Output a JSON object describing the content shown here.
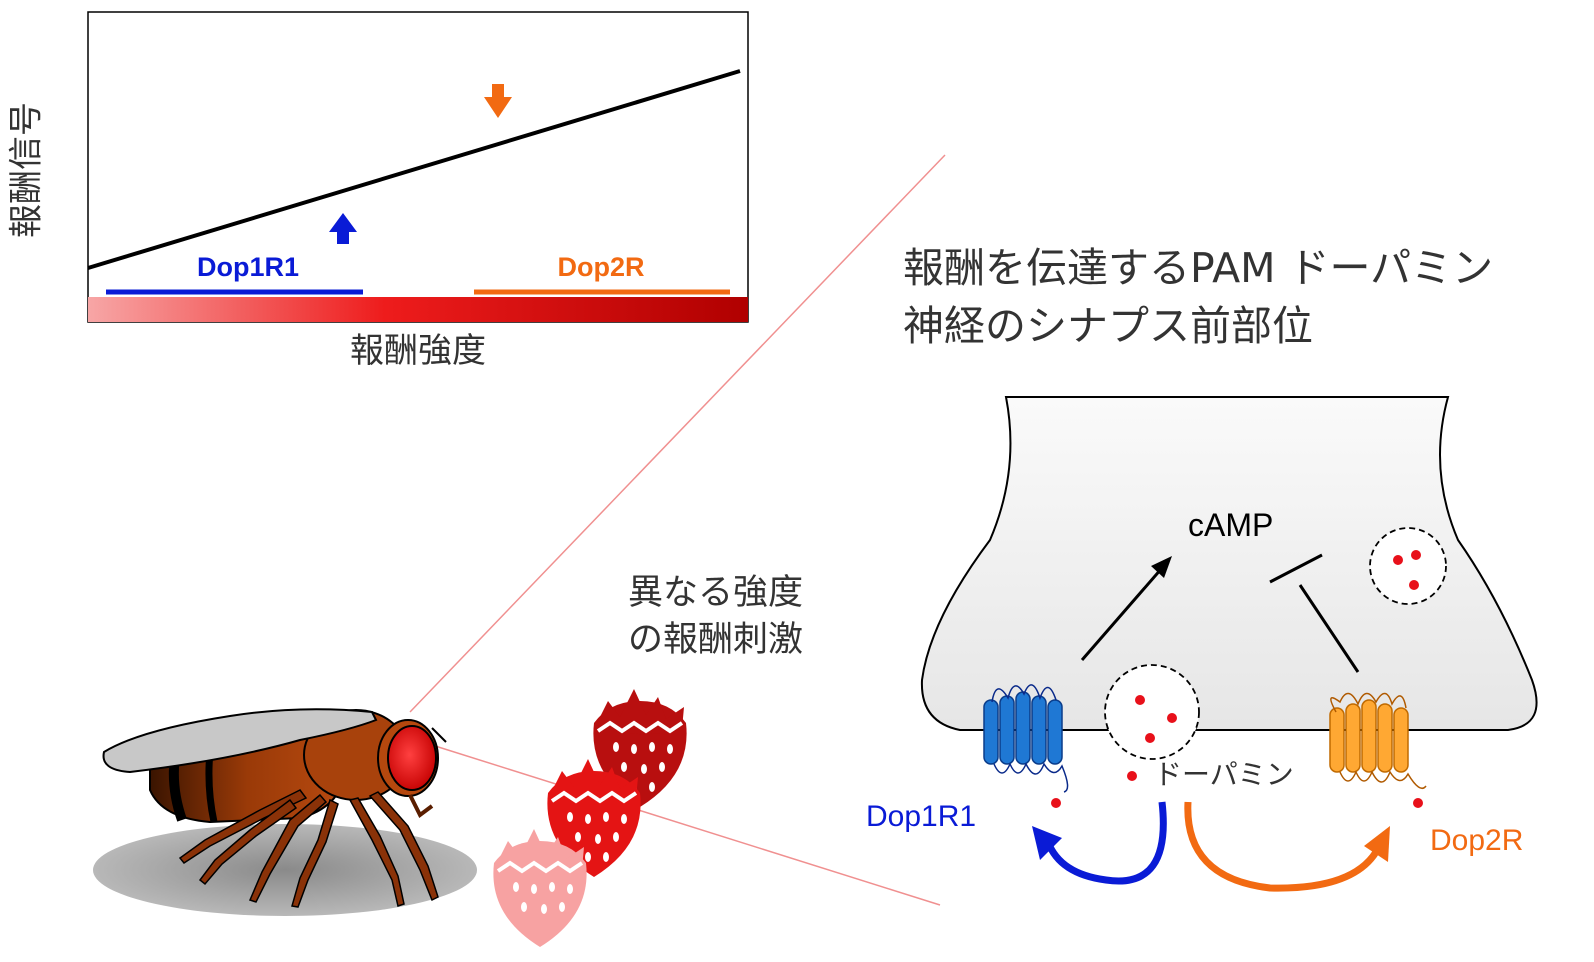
{
  "graph": {
    "y_axis_label": "報酬信号",
    "x_axis_label": "報酬強度",
    "range_labels": {
      "low": "Dop1R1",
      "high": "Dop2R"
    },
    "colors": {
      "low": "#0a1bd6",
      "high": "#f26a12",
      "line": "#000000"
    }
  },
  "title": {
    "line1": "報酬を伝達するPAM ドーパミン",
    "line2": "神経のシナプス前部位"
  },
  "stimulus": {
    "line1": "異なる強度",
    "line2": "の報酬刺激"
  },
  "synapse": {
    "second_messenger": "cAMP",
    "transmitter": "ドーパミン",
    "receptor_left": "Dop1R1",
    "receptor_right": "Dop2R",
    "colors": {
      "receptor_left": "#1f78d4",
      "receptor_right": "#ffa833",
      "dopamine": "#e8101a"
    }
  }
}
